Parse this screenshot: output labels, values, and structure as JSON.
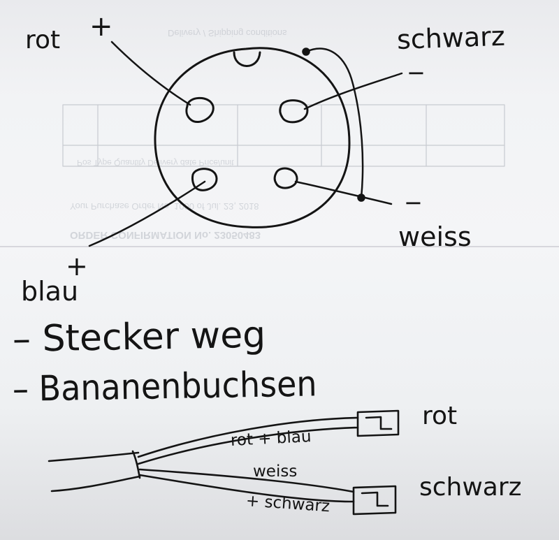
{
  "colors": {
    "ink": "#141414",
    "paper": "#f2f3f5",
    "bleed_text": "#b8bcc4"
  },
  "connector": {
    "label_rot": "rot",
    "label_rot_polarity": "+",
    "label_schwarz": "schwarz",
    "label_schwarz_polarity": "−",
    "label_weiss": "weiss",
    "label_weiss_polarity": "−",
    "label_blau": "blau",
    "label_blau_polarity": "+"
  },
  "notes": {
    "line1": "– Stecker weg",
    "line2": "– Bananenbuchsen"
  },
  "cable": {
    "label_rot": "rot",
    "label_schwarz": "schwarz",
    "wire_label_top": "rot + blau",
    "wire_label_mid": "weiss",
    "wire_label_bottom": "+ schwarz"
  },
  "bleed_through": {
    "line1": "ORDER CONFIRMATION No. 23050483",
    "line2": "Your Purchase Order No. 1000 of Jul. 23, 2018",
    "line3": "Delivery / Shipping conditions",
    "line4": "Pos   Type   Quantity   Delivery date   Price/unit"
  }
}
